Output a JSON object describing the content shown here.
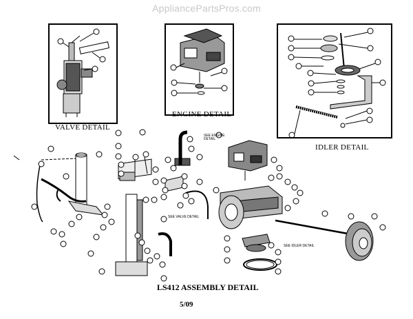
{
  "watermark": "AppliancePartsPros.com",
  "details": {
    "valve": "VALVE DETAIL",
    "engine": "ENGINE DETAIL",
    "idler": "IDLER DETAIL"
  },
  "notes": {
    "see_engine_detail": "SEE ENGINE DETAIL",
    "see_valve_detail": "SEE VALVE DETAIL",
    "see_idler_detail": "SEE IDLER DETAIL"
  },
  "title": "LS412 ASSEMBLY DETAIL",
  "date": "5/09"
}
